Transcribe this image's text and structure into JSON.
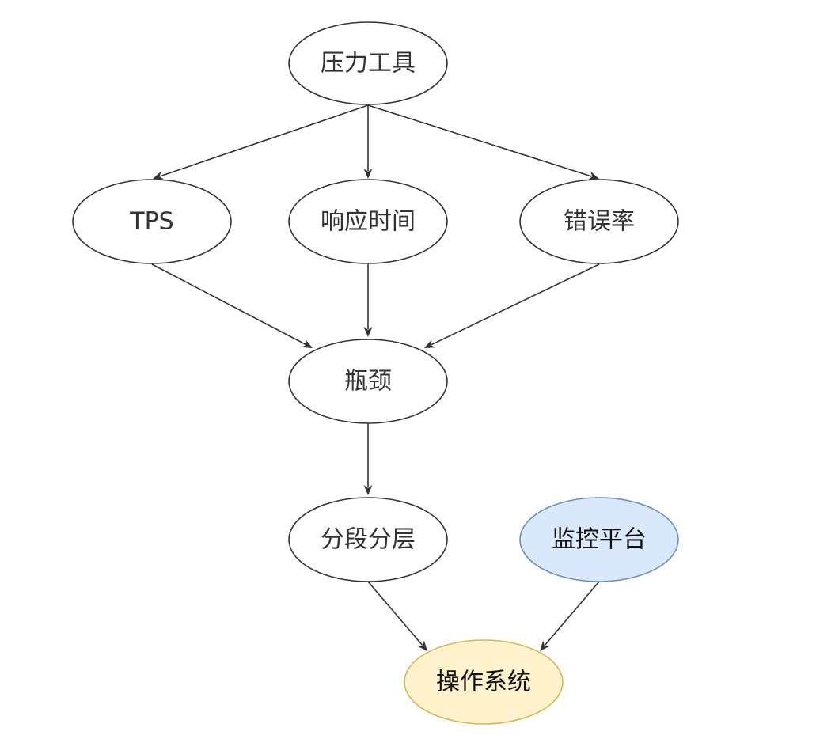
{
  "diagram": {
    "nodes": [
      {
        "id": "pressure-tool",
        "label": "压力工具",
        "fill": "#ffffff",
        "stroke": "#333333"
      },
      {
        "id": "tps",
        "label": "TPS",
        "fill": "#ffffff",
        "stroke": "#333333"
      },
      {
        "id": "response-time",
        "label": "响应时间",
        "fill": "#ffffff",
        "stroke": "#333333"
      },
      {
        "id": "error-rate",
        "label": "错误率",
        "fill": "#ffffff",
        "stroke": "#333333"
      },
      {
        "id": "bottleneck",
        "label": "瓶颈",
        "fill": "#ffffff",
        "stroke": "#333333"
      },
      {
        "id": "segment-layer",
        "label": "分段分层",
        "fill": "#ffffff",
        "stroke": "#333333"
      },
      {
        "id": "monitor-platform",
        "label": "监控平台",
        "fill": "#dae8fc",
        "stroke": "#6c8ebf"
      },
      {
        "id": "operating-system",
        "label": "操作系统",
        "fill": "#fff2cc",
        "stroke": "#d6b656"
      }
    ],
    "edges": [
      {
        "from": "pressure-tool",
        "to": "tps"
      },
      {
        "from": "pressure-tool",
        "to": "response-time"
      },
      {
        "from": "pressure-tool",
        "to": "error-rate"
      },
      {
        "from": "tps",
        "to": "bottleneck"
      },
      {
        "from": "response-time",
        "to": "bottleneck"
      },
      {
        "from": "error-rate",
        "to": "bottleneck"
      },
      {
        "from": "bottleneck",
        "to": "segment-layer"
      },
      {
        "from": "segment-layer",
        "to": "operating-system"
      },
      {
        "from": "monitor-platform",
        "to": "operating-system"
      }
    ]
  }
}
